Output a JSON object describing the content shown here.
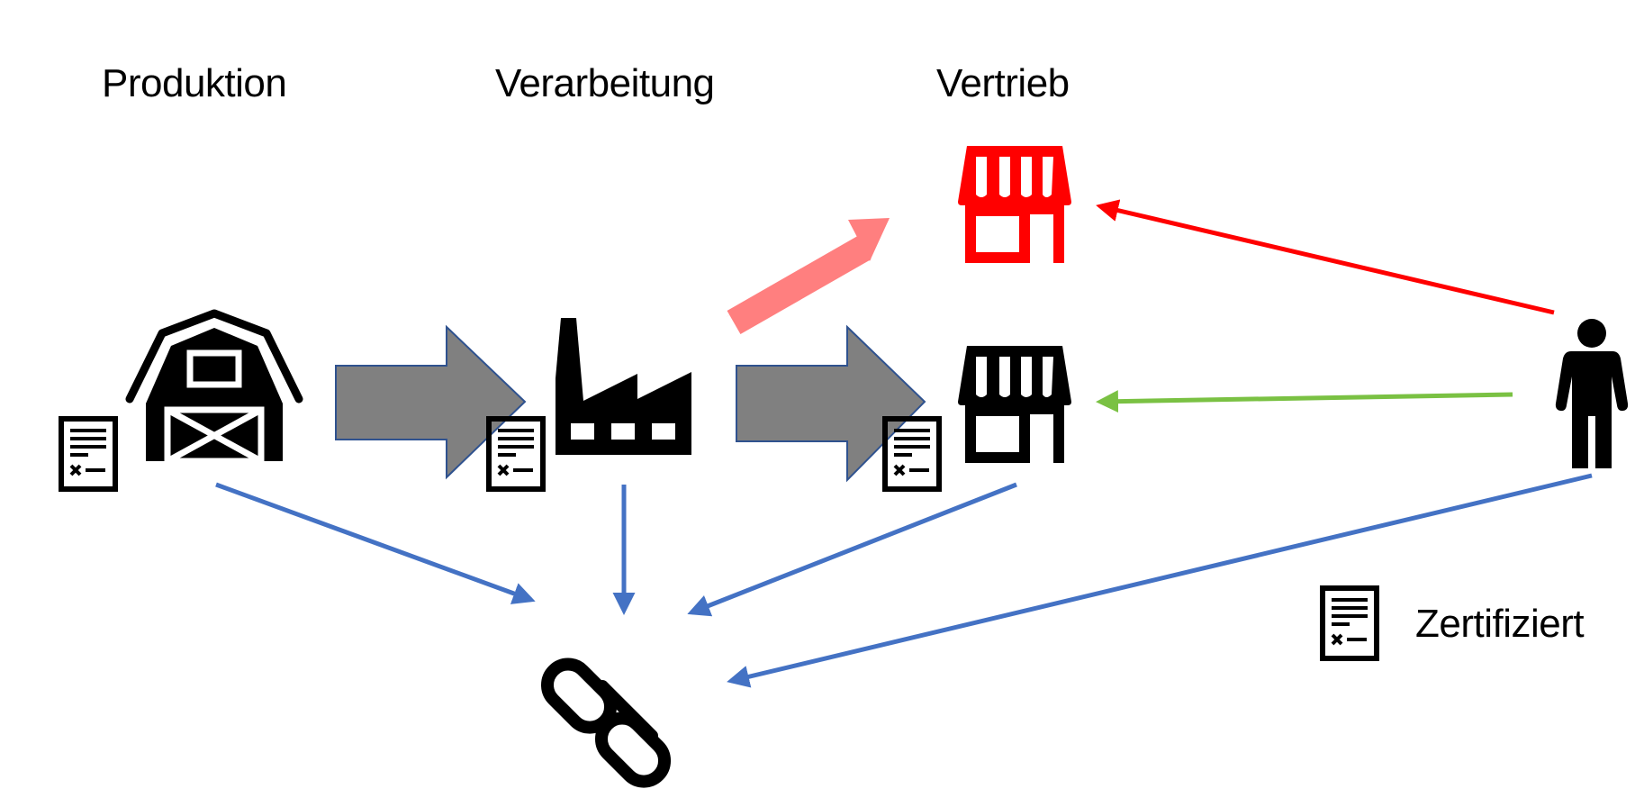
{
  "stages": [
    {
      "id": "produktion",
      "label": "Produktion",
      "icon": "barn-icon",
      "certified": true
    },
    {
      "id": "verarbeitung",
      "label": "Verarbeitung",
      "icon": "factory-icon",
      "certified": true
    },
    {
      "id": "vertrieb",
      "label": "Vertrieb",
      "icon": "store-icon",
      "certified": true
    }
  ],
  "uncertified_store": {
    "icon": "store-icon",
    "color": "#FF0000",
    "certified": false
  },
  "consumer": {
    "icon": "person-icon"
  },
  "blockchain": {
    "icon": "chain-link-icon"
  },
  "legend": {
    "icon": "certificate-icon",
    "label": "Zertifiziert"
  },
  "colors": {
    "flow_arrow_fill": "#808080",
    "flow_arrow_stroke": "#2F528F",
    "diverted_flow_arrow": "#FF7F7F",
    "consumer_to_uncertified": "#FF0000",
    "consumer_to_certified": "#7AC143",
    "link_to_chain": "#4472C4",
    "icon": "#000000",
    "uncertified_store": "#FF0000"
  },
  "connections": [
    {
      "from": "produktion",
      "to": "verarbeitung",
      "kind": "flow"
    },
    {
      "from": "verarbeitung",
      "to": "vertrieb",
      "kind": "flow"
    },
    {
      "from": "verarbeitung",
      "to": "uncertified_store",
      "kind": "diverted-flow"
    },
    {
      "from": "consumer",
      "to": "uncertified_store",
      "kind": "purchase-uncertified"
    },
    {
      "from": "consumer",
      "to": "vertrieb",
      "kind": "purchase-certified"
    },
    {
      "from": "produktion",
      "to": "blockchain",
      "kind": "record"
    },
    {
      "from": "verarbeitung",
      "to": "blockchain",
      "kind": "record"
    },
    {
      "from": "vertrieb",
      "to": "blockchain",
      "kind": "record"
    },
    {
      "from": "consumer",
      "to": "blockchain",
      "kind": "verify"
    }
  ]
}
